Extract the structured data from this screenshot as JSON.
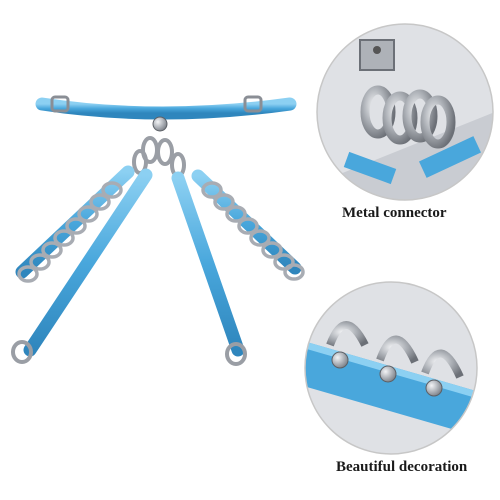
{
  "product": {
    "strap_color": "#49a7dc",
    "strap_highlight": "#8cd0f2",
    "metal_color": "#b9bcc2"
  },
  "details": [
    {
      "caption": "Metal connector",
      "icon": "connector-detail-photo"
    },
    {
      "caption": "Beautiful decoration",
      "icon": "ring-decoration-detail-photo"
    }
  ]
}
